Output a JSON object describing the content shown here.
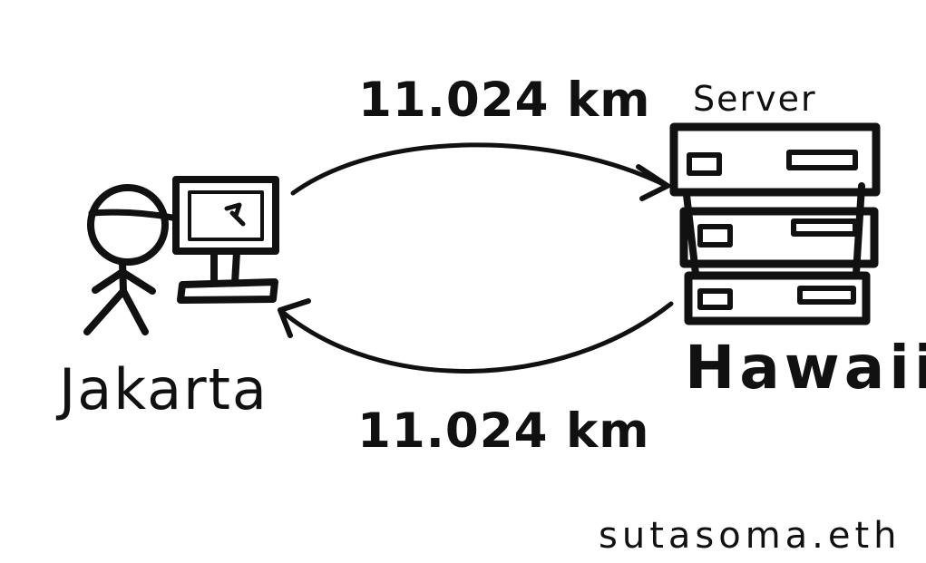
{
  "diagram": {
    "top_distance": "11.024 km",
    "bottom_distance": "11.024 km",
    "server_label": "Server",
    "client_location": "Jakarta",
    "server_location": "Hawaii",
    "signature": "sutasoma.eth"
  },
  "colors": {
    "ink": "#111111",
    "background": "#ffffff"
  }
}
